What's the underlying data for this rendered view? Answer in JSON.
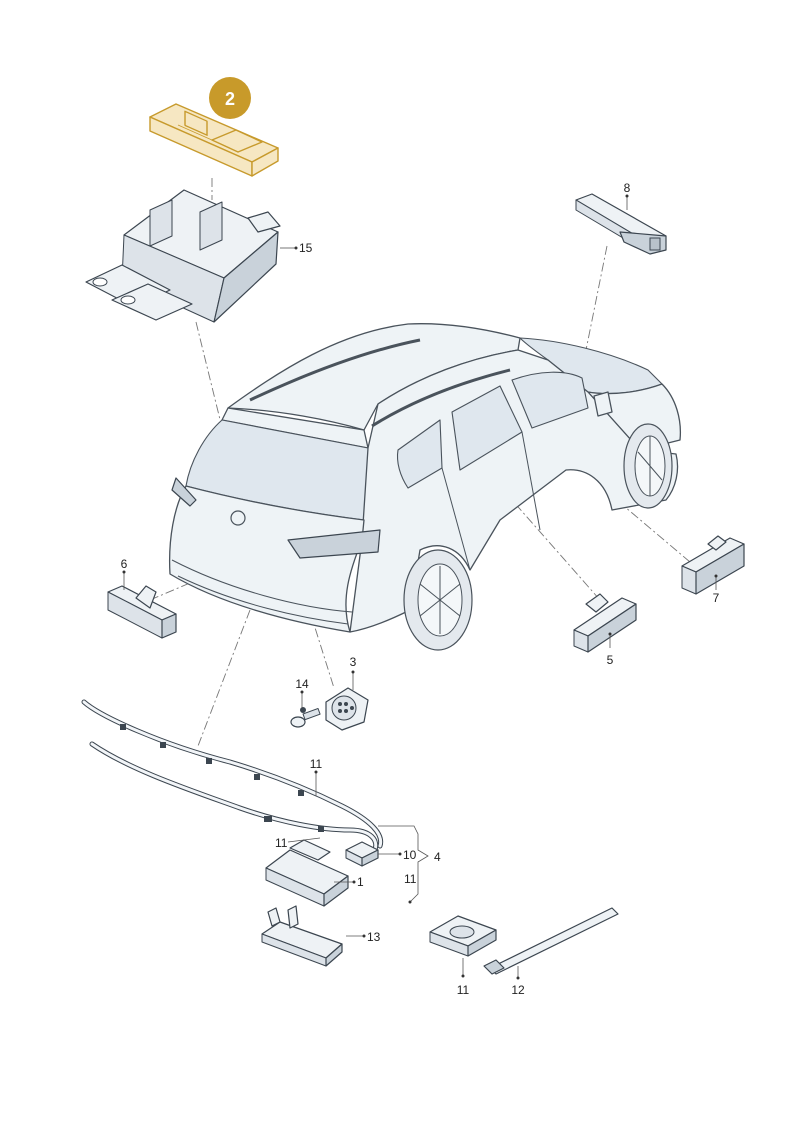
{
  "highlight": {
    "number": "2",
    "color": "#c89a2a"
  },
  "labels": {
    "p1": "1",
    "p3": "3",
    "p4": "4",
    "p5": "5",
    "p6": "6",
    "p7": "7",
    "p8": "8",
    "p10": "10",
    "p11a": "11",
    "p11b": "11",
    "p11c": "11",
    "p11d": "11",
    "p12": "12",
    "p13": "13",
    "p14": "14",
    "p15": "15"
  }
}
